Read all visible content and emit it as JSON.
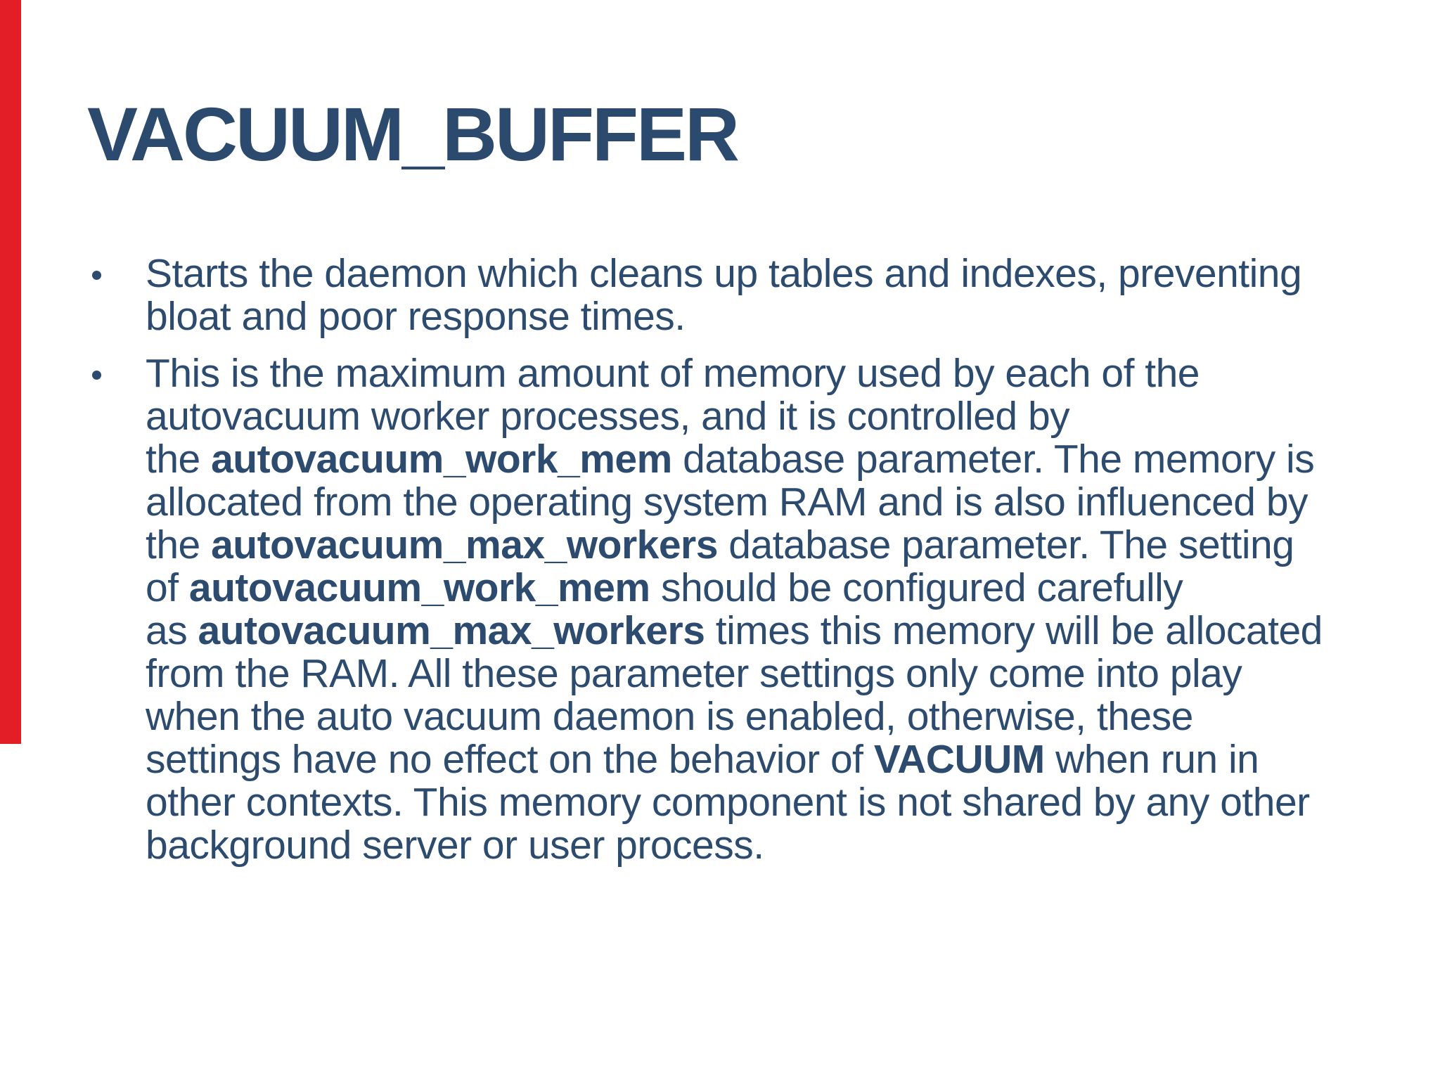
{
  "slide": {
    "title": "VACUUM_BUFFER",
    "background_color": "#ffffff",
    "accent_bar_color": "#e41e26",
    "title_color": "#2b4a6d",
    "text_color": "#2d4b6e",
    "bullets": [
      {
        "lines": [
          [
            {
              "t": "Starts the daemon which cleans up tables and indexes, preventing"
            }
          ],
          [
            {
              "t": "bloat and poor response times."
            }
          ]
        ]
      },
      {
        "lines": [
          [
            {
              "t": "This is the maximum amount of memory used by each of the"
            }
          ],
          [
            {
              "t": "autovacuum worker processes, and it is controlled by"
            }
          ],
          [
            {
              "t": "the "
            },
            {
              "t": "autovacuum_work_mem",
              "b": true
            },
            {
              "t": " database parameter. The memory is"
            }
          ],
          [
            {
              "t": "allocated from the operating system RAM and is also influenced by"
            }
          ],
          [
            {
              "t": "the "
            },
            {
              "t": "autovacuum_max_workers",
              "b": true
            },
            {
              "t": " database parameter. The setting"
            }
          ],
          [
            {
              "t": "of "
            },
            {
              "t": "autovacuum_work_mem",
              "b": true
            },
            {
              "t": " should be configured carefully"
            }
          ],
          [
            {
              "t": "as "
            },
            {
              "t": "autovacuum_max_workers",
              "b": true
            },
            {
              "t": " times this memory will be allocated"
            }
          ],
          [
            {
              "t": "from the RAM. All these parameter settings only come into play"
            }
          ],
          [
            {
              "t": "when the auto vacuum daemon is enabled, otherwise, these"
            }
          ],
          [
            {
              "t": "settings have no effect on the behavior of "
            },
            {
              "t": "VACUUM",
              "b": true
            },
            {
              "t": " when run in"
            }
          ],
          [
            {
              "t": "other contexts. This memory component is not shared by any other"
            }
          ],
          [
            {
              "t": "background server or user process."
            }
          ]
        ]
      }
    ]
  }
}
